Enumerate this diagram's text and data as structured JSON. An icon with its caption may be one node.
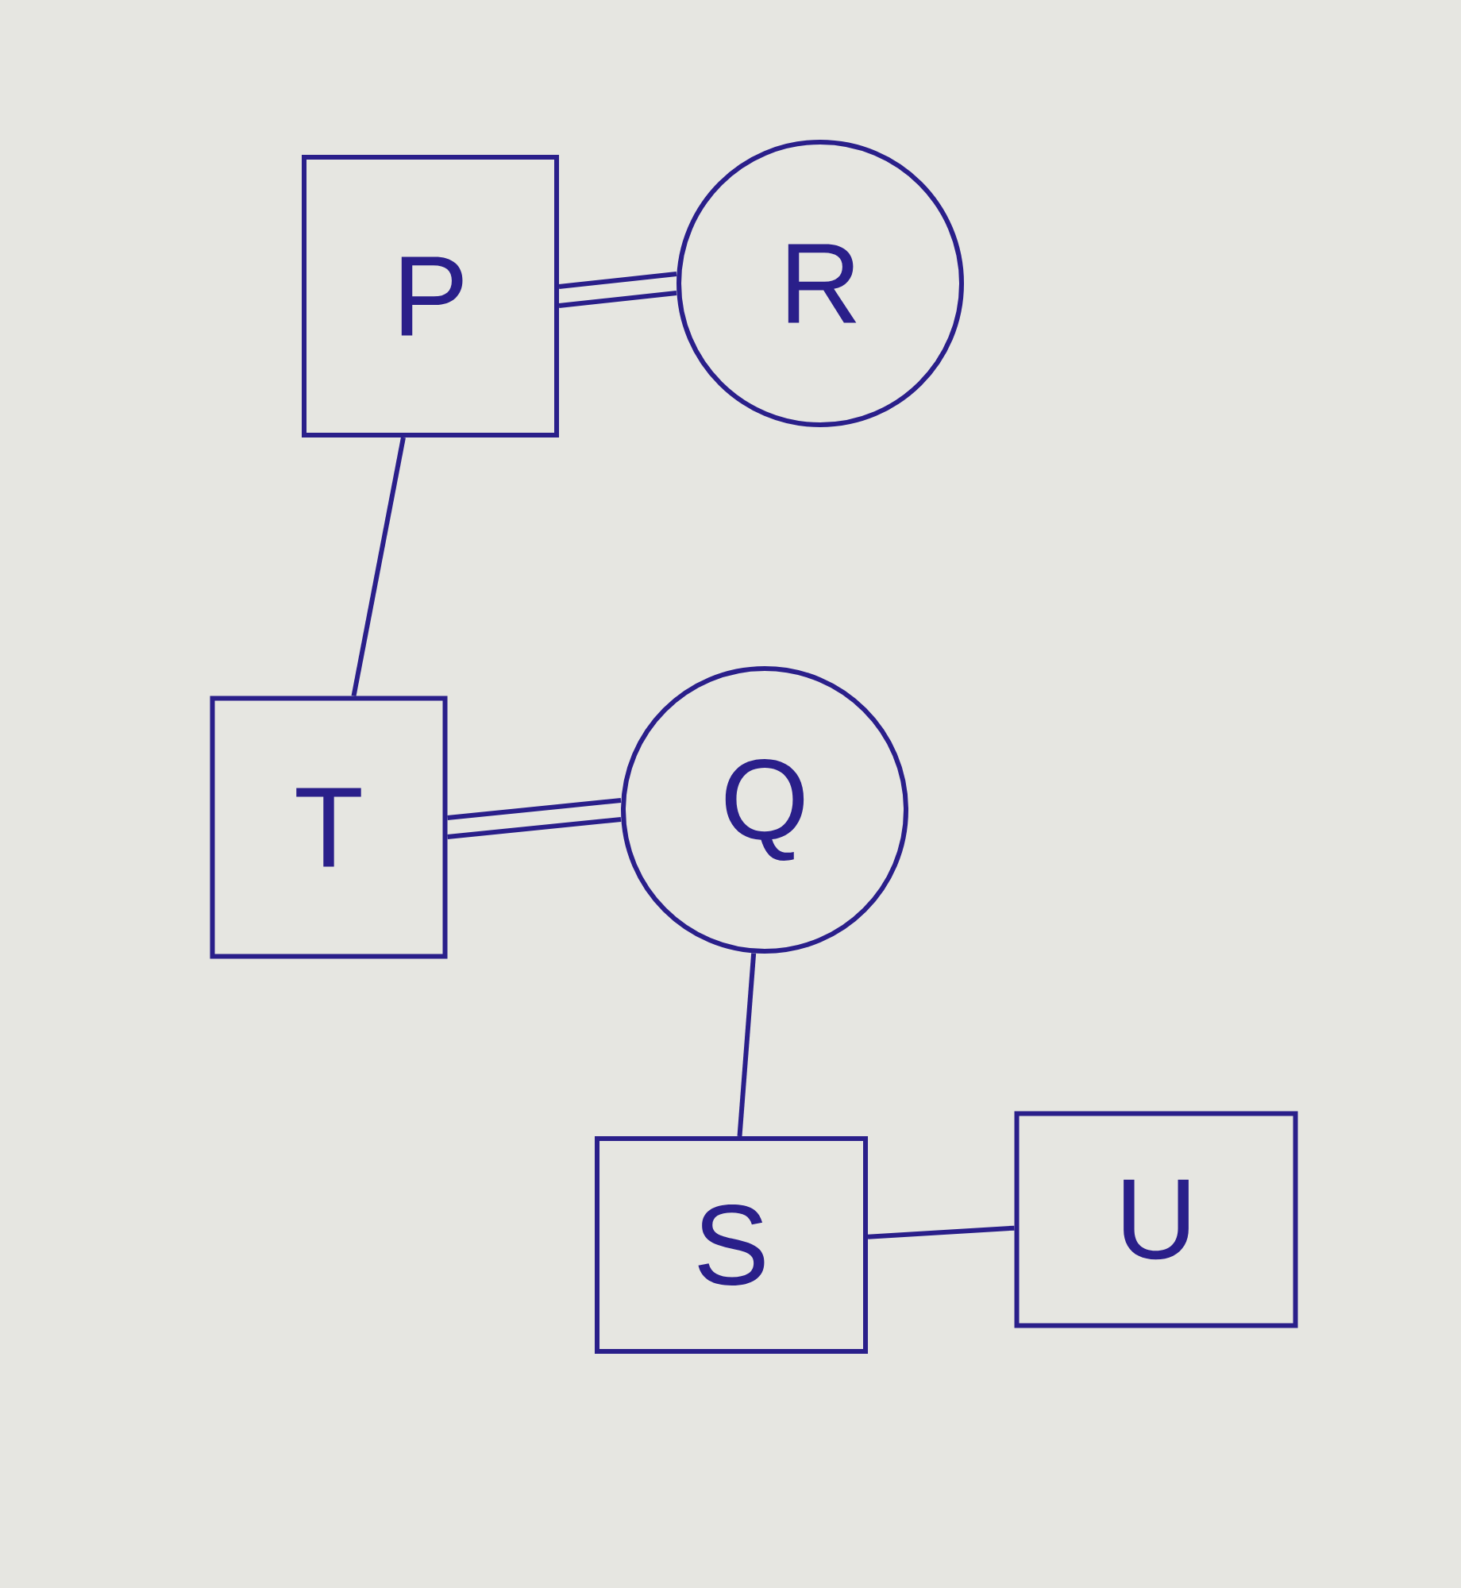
{
  "diagram": {
    "nodes": [
      {
        "text": [
          "P"
        ]
      },
      {
        "text": [
          "R"
        ]
      },
      {
        "text": [
          "T"
        ]
      },
      {
        "text": [
          "Q"
        ]
      },
      {
        "text": [
          "S"
        ]
      },
      {
        "text": [
          "U"
        ]
      }
    ],
    "edges": [
      {
        "from": 0,
        "to": 1,
        "arrow": "none"
      },
      {
        "from": 0,
        "to": 1,
        "arrow": "none"
      },
      {
        "from": 0,
        "to": 2,
        "arrow": "none"
      },
      {
        "from": 2,
        "to": 3,
        "arrow": "none"
      },
      {
        "from": 2,
        "to": 3,
        "arrow": "none"
      },
      {
        "from": 3,
        "to": 4,
        "arrow": "none"
      },
      {
        "from": 4,
        "to": 5,
        "arrow": "none"
      }
    ]
  }
}
